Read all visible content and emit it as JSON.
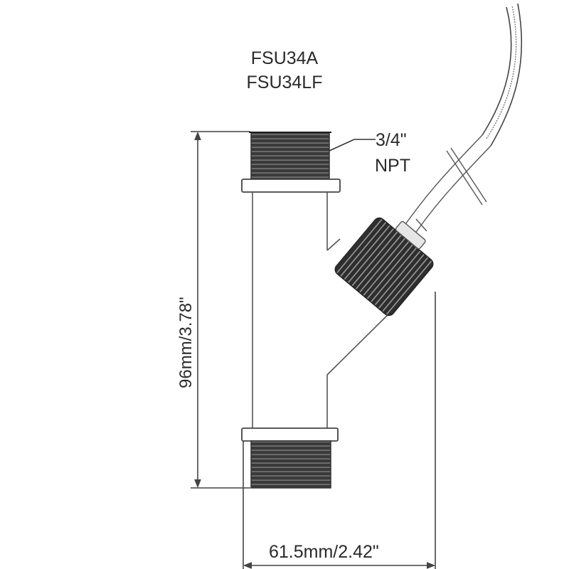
{
  "diagram": {
    "type": "technical-drawing",
    "subject": "Flow switch Y-body with threaded ends and side sensor cap with cable",
    "models": [
      "FSU34A",
      "FSU34LF"
    ],
    "thread_callout": {
      "size": "3/4\"",
      "type": "NPT"
    },
    "dimensions": {
      "height": "96mm/3.78\"",
      "width": "61.5mm/2.42\""
    },
    "colors": {
      "line": "#3a3a3a",
      "thread_fill": "#3c3c3c",
      "background": "#ffffff"
    }
  }
}
